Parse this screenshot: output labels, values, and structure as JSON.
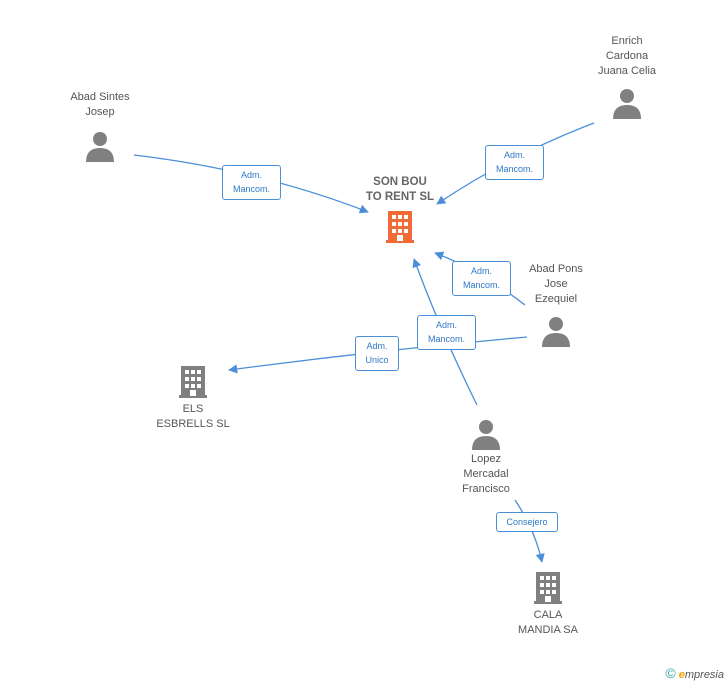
{
  "colors": {
    "edge": "#4a8fd8",
    "person_icon": "#808080",
    "building_icon": "#808080",
    "main_building_icon": "#f26a35",
    "edge_label_text": "#2f78c8"
  },
  "nodes": {
    "main": {
      "label": "SON BOU\nTO RENT SL",
      "icon": "building-icon"
    },
    "abad_sintes": {
      "label": "Abad Sintes\nJosep",
      "icon": "person-icon"
    },
    "enrich": {
      "label": "Enrich\nCardona\nJuana Celia",
      "icon": "person-icon"
    },
    "abad_pons": {
      "label": "Abad Pons\nJose\nEzequiel",
      "icon": "person-icon"
    },
    "els": {
      "label": "ELS\nESBRELLS SL",
      "icon": "building-icon"
    },
    "lopez": {
      "label": "Lopez\nMercadal\nFrancisco",
      "icon": "person-icon"
    },
    "cala": {
      "label": "CALA\nMANDIA SA",
      "icon": "building-icon"
    }
  },
  "edge_labels": {
    "abad_sintes_main": "Adm.\nMancom.",
    "enrich_main": "Adm.\nMancom.",
    "abad_pons_main": "Adm.\nMancom.",
    "lopez_main": "Adm.\nMancom.",
    "abad_pons_els": "Adm.\nUnico",
    "lopez_cala": "Consejero"
  },
  "footer": {
    "copyright": "©",
    "brand_e": "e",
    "brand_rest": "mpresia"
  }
}
